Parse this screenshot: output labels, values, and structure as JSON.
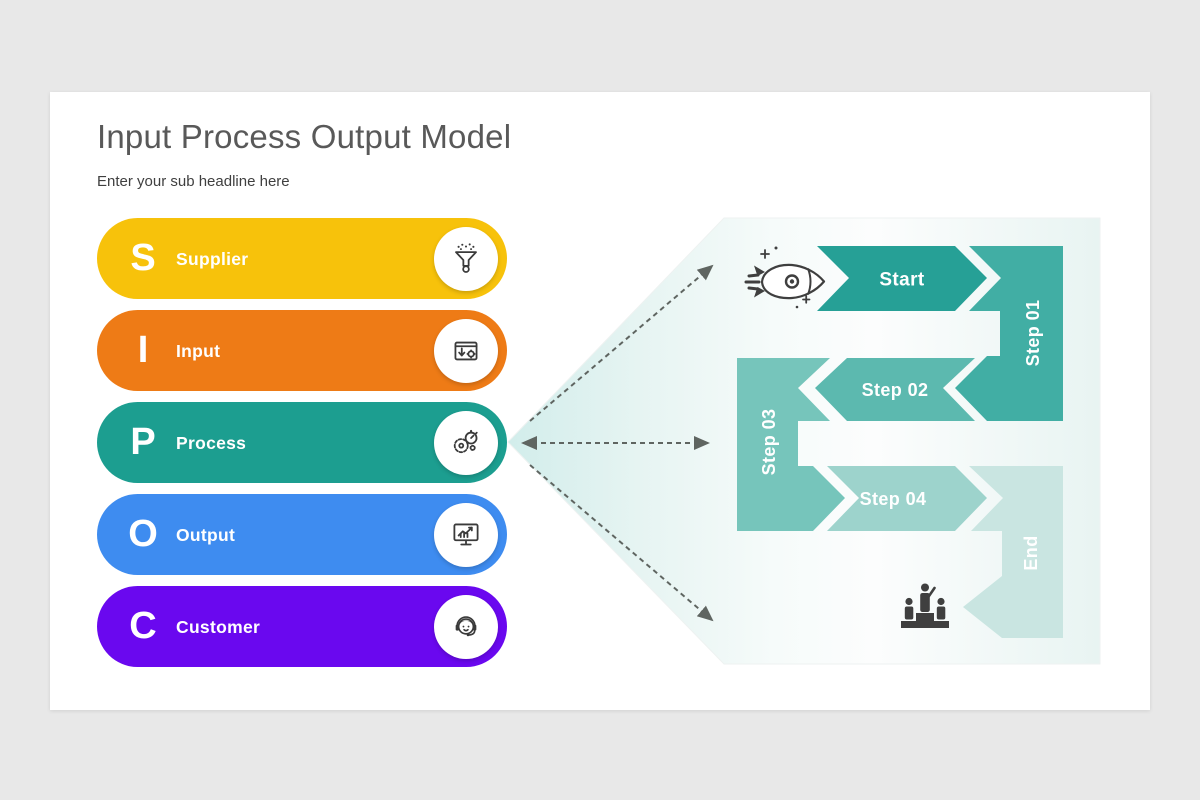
{
  "slide": {
    "title": "Input Process Output Model",
    "subtitle": "Enter your sub headline here"
  },
  "sipoc": {
    "items": [
      {
        "letter": "S",
        "label": "Supplier",
        "color": "#f7c20b",
        "icon": "funnel-icon"
      },
      {
        "letter": "I",
        "label": "Input",
        "color": "#ee7b16",
        "icon": "input-window-icon"
      },
      {
        "letter": "P",
        "label": "Process",
        "color": "#1c9e90",
        "icon": "gear-timer-icon"
      },
      {
        "letter": "O",
        "label": "Output",
        "color": "#3e8cf0",
        "icon": "chart-monitor-icon"
      },
      {
        "letter": "C",
        "label": "Customer",
        "color": "#6a08ef",
        "icon": "headset-person-icon"
      }
    ]
  },
  "flow": {
    "steps": [
      {
        "label": "Start",
        "color": "#26a096"
      },
      {
        "label": "Step 01",
        "color": "#41aea4"
      },
      {
        "label": "Step 02",
        "color": "#5cb9af"
      },
      {
        "label": "Step 03",
        "color": "#76c5bb"
      },
      {
        "label": "Step 04",
        "color": "#9dd3cc"
      },
      {
        "label": "End",
        "color": "#c9e5e1"
      }
    ],
    "icons": [
      "rocket-icon",
      "winners-podium-icon"
    ]
  }
}
